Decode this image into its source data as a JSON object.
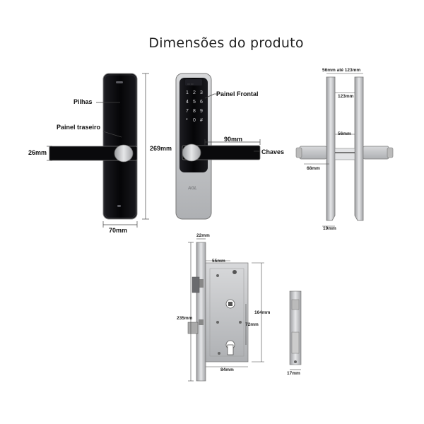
{
  "title": "Dimensões do produto",
  "brand_logo": "AGL",
  "labels": {
    "pilhas": "Pilhas",
    "painel_traseiro": "Painel traseiro",
    "handle_height": "26mm",
    "width": "70mm",
    "total_height": "269mm",
    "painel_frontal": "Painel Frontal",
    "handle_length": "90mm",
    "chaves": "Chaves"
  },
  "side_labels": {
    "thickness_range": "56mm até 123mm",
    "max_thickness": "123mm",
    "min_thickness": "56mm",
    "spindle": "68mm",
    "depth": "19mm"
  },
  "mortise_labels": {
    "faceplate_width": "22mm",
    "backset": "55mm",
    "total_length": "235mm",
    "body_height": "164mm",
    "center_distance": "72mm",
    "body_width": "84mm",
    "side_depth": "17mm"
  },
  "keypad_keys": [
    "1",
    "2",
    "3",
    "4",
    "5",
    "6",
    "7",
    "8",
    "9",
    "*",
    "0",
    "#"
  ],
  "colors": {
    "panel_dark": "#0d0d0f",
    "silver": "#c9cacc",
    "line": "#444444"
  }
}
